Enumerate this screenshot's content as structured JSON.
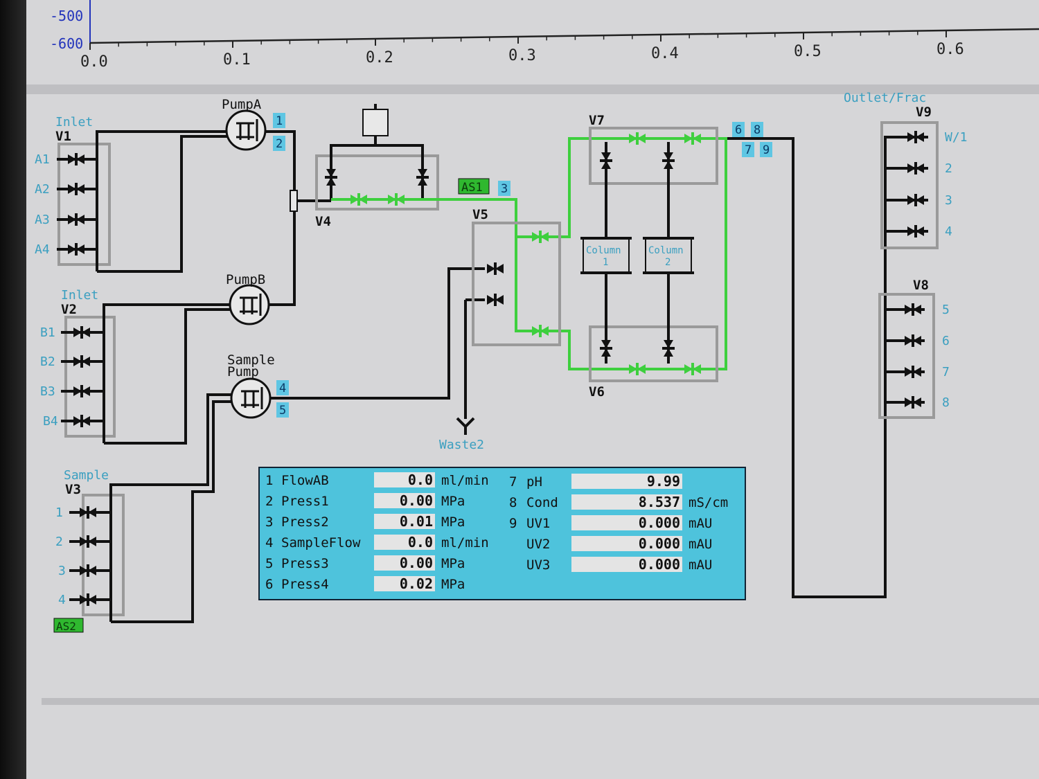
{
  "chart_data": {
    "type": "line",
    "title": "",
    "xlabel": "",
    "ylabel": "",
    "x_ticks": [
      "0.0",
      "0.1",
      "0.2",
      "0.3",
      "0.4",
      "0.5",
      "0.6"
    ],
    "y_ticks": [
      "-500",
      "-600"
    ],
    "xlim": [
      0.0,
      0.65
    ],
    "ylim": [
      -600,
      -450
    ],
    "series": []
  },
  "diagram": {
    "inlet_v1": {
      "title": "Inlet",
      "valve": "V1",
      "ports": [
        "A1",
        "A2",
        "A3",
        "A4"
      ]
    },
    "inlet_v2": {
      "title": "Inlet",
      "valve": "V2",
      "ports": [
        "B1",
        "B2",
        "B3",
        "B4"
      ]
    },
    "sample_v3": {
      "title": "Sample",
      "valve": "V3",
      "ports": [
        "1",
        "2",
        "3",
        "4"
      ]
    },
    "pump_a": {
      "label": "PumpA",
      "tags": [
        "1",
        "2"
      ]
    },
    "pump_b": {
      "label": "PumpB"
    },
    "sample_pump": {
      "label1": "Sample",
      "label2": "Pump",
      "tags": [
        "4",
        "5"
      ]
    },
    "v4": "V4",
    "v5": "V5",
    "v6": "V6",
    "v7": "V7",
    "as1": "AS1",
    "as2": "AS2",
    "tag3": "3",
    "waste": "Waste2",
    "columns": [
      {
        "name": "Column",
        "num": "1"
      },
      {
        "name": "Column",
        "num": "2"
      }
    ],
    "v7_tags": [
      "6",
      "8",
      "7",
      "9"
    ],
    "outlet": {
      "title": "Outlet/Frac",
      "valve": "V9",
      "ports": [
        "W/1",
        "2",
        "3",
        "4"
      ]
    },
    "v8": {
      "valve": "V8",
      "ports": [
        "5",
        "6",
        "7",
        "8"
      ]
    },
    "colors": {
      "flow": "#3ecf3e",
      "panel": "#4ec3dc",
      "tag": "#5fc6e3",
      "as": "#2fb82f"
    }
  },
  "readings": {
    "left": [
      {
        "num": "1",
        "name": "FlowAB",
        "value": "0.0",
        "unit": "ml/min"
      },
      {
        "num": "2",
        "name": "Press1",
        "value": "0.00",
        "unit": "MPa"
      },
      {
        "num": "3",
        "name": "Press2",
        "value": "0.01",
        "unit": "MPa"
      },
      {
        "num": "4",
        "name": "SampleFlow",
        "value": "0.0",
        "unit": "ml/min"
      },
      {
        "num": "5",
        "name": "Press3",
        "value": "0.00",
        "unit": "MPa"
      },
      {
        "num": "6",
        "name": "Press4",
        "value": "0.02",
        "unit": "MPa"
      }
    ],
    "right": [
      {
        "num": "7",
        "name": "pH",
        "value": "9.99",
        "unit": ""
      },
      {
        "num": "8",
        "name": "Cond",
        "value": "8.537",
        "unit": "mS/cm"
      },
      {
        "num": "9",
        "name": "UV1",
        "value": "0.000",
        "unit": "mAU"
      },
      {
        "num": "",
        "name": "UV2",
        "value": "0.000",
        "unit": "mAU"
      },
      {
        "num": "",
        "name": "UV3",
        "value": "0.000",
        "unit": "mAU"
      }
    ]
  }
}
